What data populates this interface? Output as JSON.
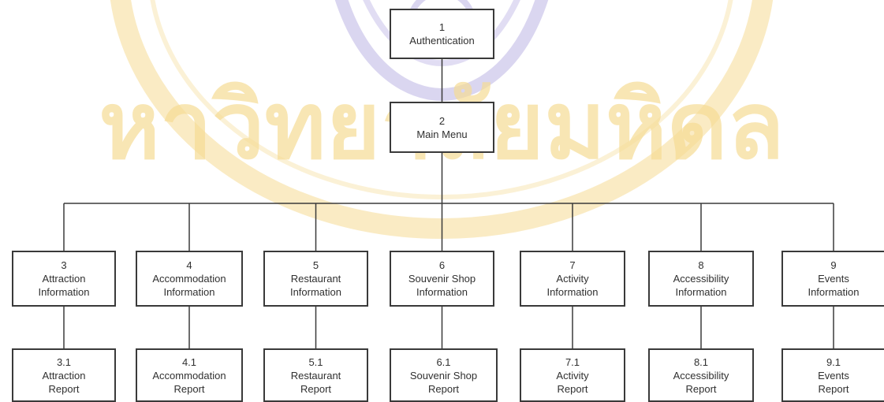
{
  "colors": {
    "box_border": "#3a3a3a",
    "line": "#3a3a3a",
    "text": "#303030",
    "watermark_gold": "#f6dc95",
    "watermark_blue": "#bdb5e4"
  },
  "watermark": {
    "type": "university-seal",
    "text": "หาวิทยาลัยมหิดล"
  },
  "nodes": {
    "auth": {
      "num": "1",
      "line1": "Authentication",
      "line2": ""
    },
    "menu": {
      "num": "2",
      "line1": "Main Menu",
      "line2": ""
    },
    "n3": {
      "num": "3",
      "line1": "Attraction",
      "line2": "Information"
    },
    "n4": {
      "num": "4",
      "line1": "Accommodation",
      "line2": "Information"
    },
    "n5": {
      "num": "5",
      "line1": "Restaurant",
      "line2": "Information"
    },
    "n6": {
      "num": "6",
      "line1": "Souvenir Shop",
      "line2": "Information"
    },
    "n7": {
      "num": "7",
      "line1": "Activity",
      "line2": "Information"
    },
    "n8": {
      "num": "8",
      "line1": "Accessibility",
      "line2": "Information"
    },
    "n9": {
      "num": "9",
      "line1": "Events",
      "line2": "Information"
    },
    "n31": {
      "num": "3.1",
      "line1": "Attraction",
      "line2": "Report"
    },
    "n41": {
      "num": "4.1",
      "line1": "Accommodation",
      "line2": "Report"
    },
    "n51": {
      "num": "5.1",
      "line1": "Restaurant",
      "line2": "Report"
    },
    "n61": {
      "num": "6.1",
      "line1": "Souvenir Shop",
      "line2": "Report"
    },
    "n71": {
      "num": "7.1",
      "line1": "Activity",
      "line2": "Report"
    },
    "n81": {
      "num": "8.1",
      "line1": "Accessibility",
      "line2": "Report"
    },
    "n91": {
      "num": "9.1",
      "line1": "Events",
      "line2": "Report"
    }
  },
  "edges": [
    [
      "auth",
      "menu"
    ],
    [
      "menu",
      "n3"
    ],
    [
      "menu",
      "n4"
    ],
    [
      "menu",
      "n5"
    ],
    [
      "menu",
      "n6"
    ],
    [
      "menu",
      "n7"
    ],
    [
      "menu",
      "n8"
    ],
    [
      "menu",
      "n9"
    ],
    [
      "n3",
      "n31"
    ],
    [
      "n4",
      "n41"
    ],
    [
      "n5",
      "n51"
    ],
    [
      "n6",
      "n61"
    ],
    [
      "n7",
      "n71"
    ],
    [
      "n8",
      "n81"
    ],
    [
      "n9",
      "n91"
    ]
  ]
}
